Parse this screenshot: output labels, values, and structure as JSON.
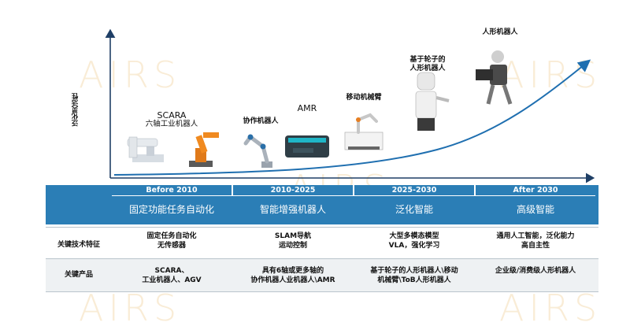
{
  "watermark": "AIRS",
  "y_axis_label": "泛化灵活性",
  "robots": [
    {
      "name_line1": "SCARA",
      "name_line2": "六轴工业机器人"
    },
    {
      "name_line1": "协作机器人",
      "name_line2": ""
    },
    {
      "name_line1": "AMR",
      "name_line2": ""
    },
    {
      "name_line1": "移动机械臂",
      "name_line2": ""
    },
    {
      "name_line1": "基于轮子的",
      "name_line2": "人形机器人"
    },
    {
      "name_line1": "人形机器人",
      "name_line2": ""
    }
  ],
  "eras": [
    {
      "period": "Before 2010",
      "title": "固定功能任务自动化"
    },
    {
      "period": "2010-2025",
      "title": "智能增强机器人"
    },
    {
      "period": "2025-2030",
      "title": "泛化智能"
    },
    {
      "period": "After 2030",
      "title": "高级智能"
    }
  ],
  "rows": [
    {
      "label": "关键技术特征",
      "cells": [
        [
          "固定任务自动化",
          "无传感器"
        ],
        [
          "SLAM导航",
          "运动控制"
        ],
        [
          "大型多模态模型",
          "VLA，强化学习"
        ],
        [
          "通用人工智能，泛化能力",
          "高自主性"
        ]
      ]
    },
    {
      "label": "关键产品",
      "cells": [
        [
          "SCARA、",
          "工业机器人、AGV"
        ],
        [
          "具有6轴或更多轴的",
          "协作机器人业机器人\\AMR"
        ],
        [
          "基于轮子的人形机器人\\移动",
          "机械臂\\ToB人形机器人"
        ],
        [
          "企业级/消费级人形机器人",
          ""
        ]
      ]
    }
  ],
  "colors": {
    "band": "#2b7eb6",
    "curve": "#1f6fb0",
    "axis": "#1f3f66",
    "watermark": "#ecc682"
  }
}
